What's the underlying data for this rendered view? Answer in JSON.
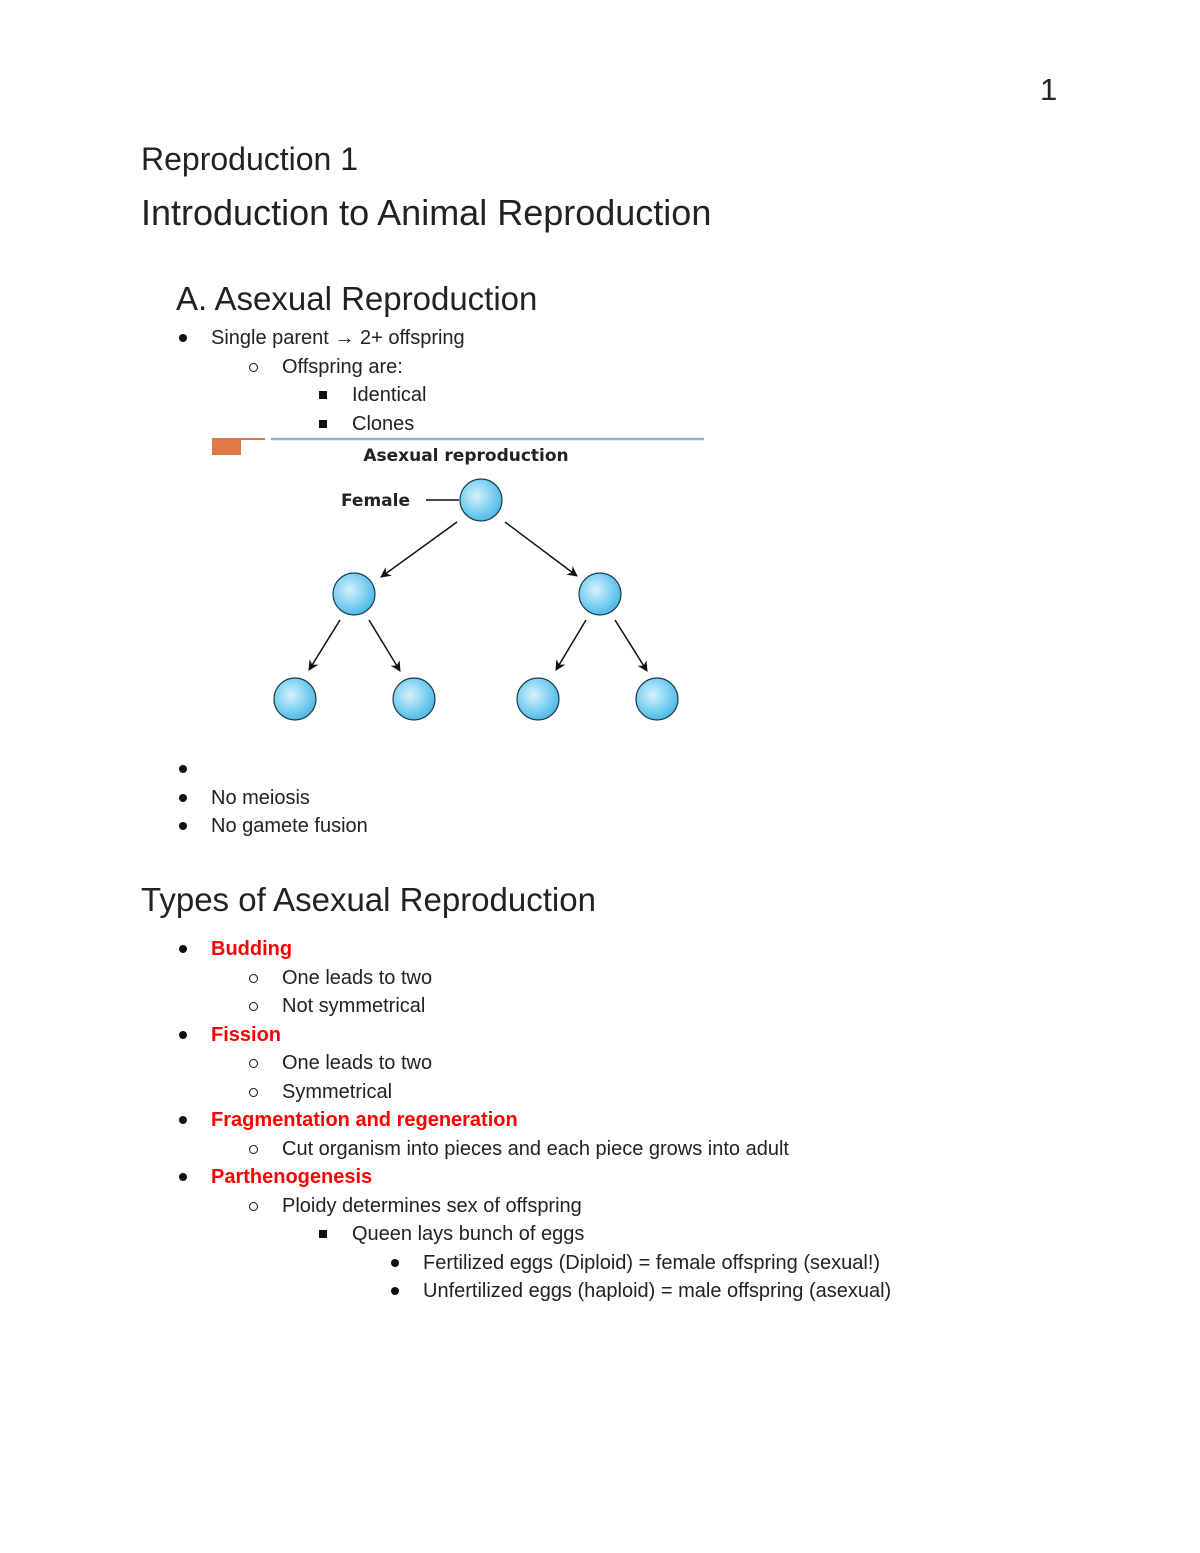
{
  "page_number": "1",
  "title": "Reproduction 1",
  "subtitle": "Introduction to Animal Reproduction",
  "section_a": {
    "heading": "A. Asexual Reproduction",
    "items": [
      {
        "level": 1,
        "text": "Single parent → 2+ offspring"
      },
      {
        "level": 2,
        "text": "Offspring are:"
      },
      {
        "level": 3,
        "text": "Identical"
      },
      {
        "level": 3,
        "text": "Clones"
      }
    ],
    "figure": {
      "title": "Asexual reproduction",
      "label": "Female"
    },
    "items_after": [
      {
        "level": 1,
        "text": ""
      },
      {
        "level": 1,
        "text": "No meiosis"
      },
      {
        "level": 1,
        "text": "No gamete fusion"
      }
    ]
  },
  "types": {
    "heading": "Types of Asexual Reproduction",
    "items": [
      {
        "level": 1,
        "text": "Budding",
        "red": true
      },
      {
        "level": 2,
        "text": "One leads to two"
      },
      {
        "level": 2,
        "text": "Not symmetrical"
      },
      {
        "level": 1,
        "text": "Fission",
        "red": true
      },
      {
        "level": 2,
        "text": "One leads to two"
      },
      {
        "level": 2,
        "text": "Symmetrical"
      },
      {
        "level": 1,
        "text": "Fragmentation and regeneration",
        "red": true
      },
      {
        "level": 2,
        "text": "Cut organism into pieces and each piece grows into adult"
      },
      {
        "level": 1,
        "text": "Parthenogenesis",
        "red": true
      },
      {
        "level": 2,
        "text": "Ploidy determines sex of offspring"
      },
      {
        "level": 3,
        "text": "Queen lays bunch of eggs"
      },
      {
        "level": 4,
        "text": "Fertilized eggs (Diploid) = female offspring (sexual!)"
      },
      {
        "level": 4,
        "text": "Unfertilized eggs (haploid) = male offspring (asexual)"
      }
    ]
  },
  "colors": {
    "accent_red": "#ff0000",
    "circle_fill": "#6cc8ef",
    "orange": "#dd7a45",
    "rule_blue": "#8fb3d6"
  }
}
